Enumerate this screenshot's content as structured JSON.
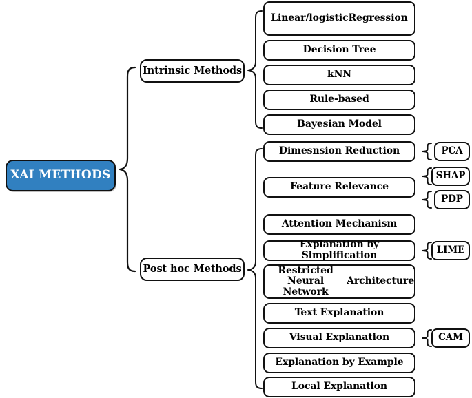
{
  "diagram": {
    "title": "XAI METHODS taxonomy",
    "root": {
      "label": "XAI METHODS",
      "color": "#3180C0",
      "text_color": "#FFFFFF"
    },
    "branches": [
      {
        "id": "intrinsic",
        "label": "Intrinsic Methods"
      },
      {
        "id": "posthoc",
        "label": "Post hoc Methods"
      }
    ],
    "intrinsic_methods": [
      {
        "label": "Linear/logistic Regression",
        "lines": [
          "Linear/logistic",
          "Regression"
        ]
      },
      {
        "label": "Decision Tree"
      },
      {
        "label": "kNN"
      },
      {
        "label": "Rule-based"
      },
      {
        "label": "Bayesian Model"
      }
    ],
    "posthoc_methods": [
      {
        "label": "Dimesnsion Reduction",
        "children": [
          "PCA"
        ]
      },
      {
        "label": "Feature Relevance",
        "children": [
          "SHAP",
          "PDP"
        ]
      },
      {
        "label": "Attention Mechanism",
        "children": []
      },
      {
        "label": "Explanation by Simplification",
        "children": [
          "LIME"
        ]
      },
      {
        "label": "Restricted Neural Network Architecture",
        "lines": [
          "Restricted Neural Network",
          "Architecture"
        ],
        "children": []
      },
      {
        "label": "Text Explanation",
        "children": []
      },
      {
        "label": "Visual Explanation",
        "children": [
          "CAM"
        ]
      },
      {
        "label": "Explanation by Example",
        "children": []
      },
      {
        "label": "Local Explanation",
        "children": []
      }
    ],
    "sub_methods": [
      {
        "label": "PCA"
      },
      {
        "label": "SHAP"
      },
      {
        "label": "PDP"
      },
      {
        "label": "LIME"
      },
      {
        "label": "CAM"
      }
    ]
  }
}
